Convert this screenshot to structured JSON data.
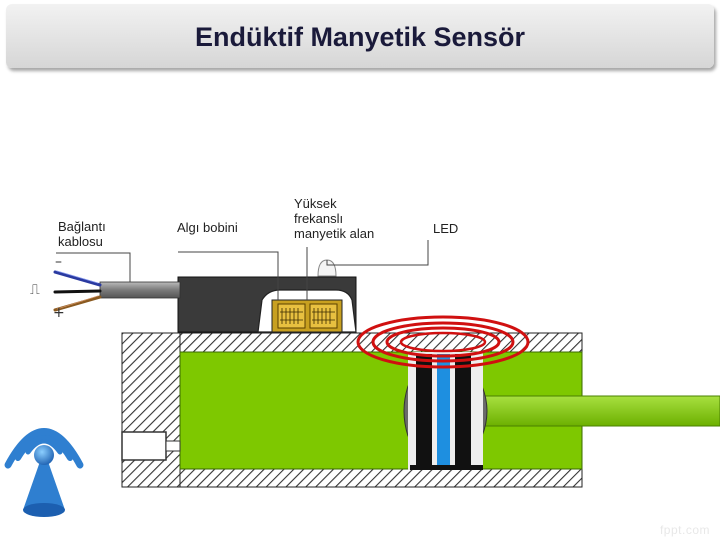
{
  "title": "Endüktif Manyetik Sensör",
  "labels": {
    "cable_line1": "Bağlantı",
    "cable_line2": "kablosu",
    "coil": "Algı bobini",
    "field_line1": "Yüksek",
    "field_line2": "frekanslı",
    "field_line3": "manyetik alan",
    "led": "LED"
  },
  "wire_symbols": {
    "minus": "–",
    "pulse": "⎍",
    "plus": "+"
  },
  "footer_logo": "fppt.com",
  "colors": {
    "title_text": "#1a1a3a",
    "body_green": "#7ec800",
    "hatch": "#333333",
    "field_ring": "#d01010",
    "core_blue": "#1e8fe0",
    "sensor_head": "#3a3a3a",
    "coil_gold": "#c8a020",
    "icon_blue": "#2f7fd0"
  },
  "icons": [
    "wifi-sensor-icon"
  ]
}
